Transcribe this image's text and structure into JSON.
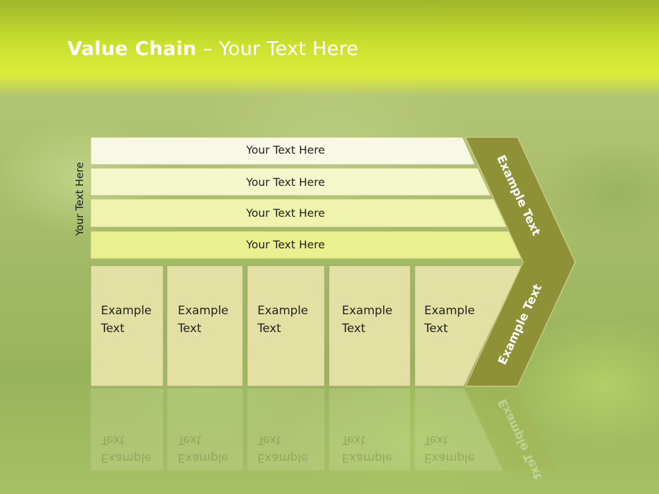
{
  "slide": {
    "title_bold": "Value Chain",
    "title_rest": " – Your Text Here",
    "side_label": "Your Text Here"
  },
  "bars": [
    {
      "label": "Your Text Here"
    },
    {
      "label": "Your Text Here"
    },
    {
      "label": "Your Text Here"
    },
    {
      "label": "Your Text Here"
    }
  ],
  "cells": [
    {
      "line1": "Example",
      "line2": "Text"
    },
    {
      "line1": "Example",
      "line2": "Text"
    },
    {
      "line1": "Example",
      "line2": "Text"
    },
    {
      "line1": "Example",
      "line2": "Text"
    },
    {
      "line1": "Example",
      "line2": "Text"
    }
  ],
  "chevron": {
    "upper_text": "Example Text",
    "lower_text": "Example Text"
  },
  "colors": {
    "header": "#c9e02e",
    "bar_light": "#f6f9dd",
    "bar_dark": "#e8f08a",
    "cell_fill": "#e1dfa2",
    "chevron": "#8e9136"
  }
}
